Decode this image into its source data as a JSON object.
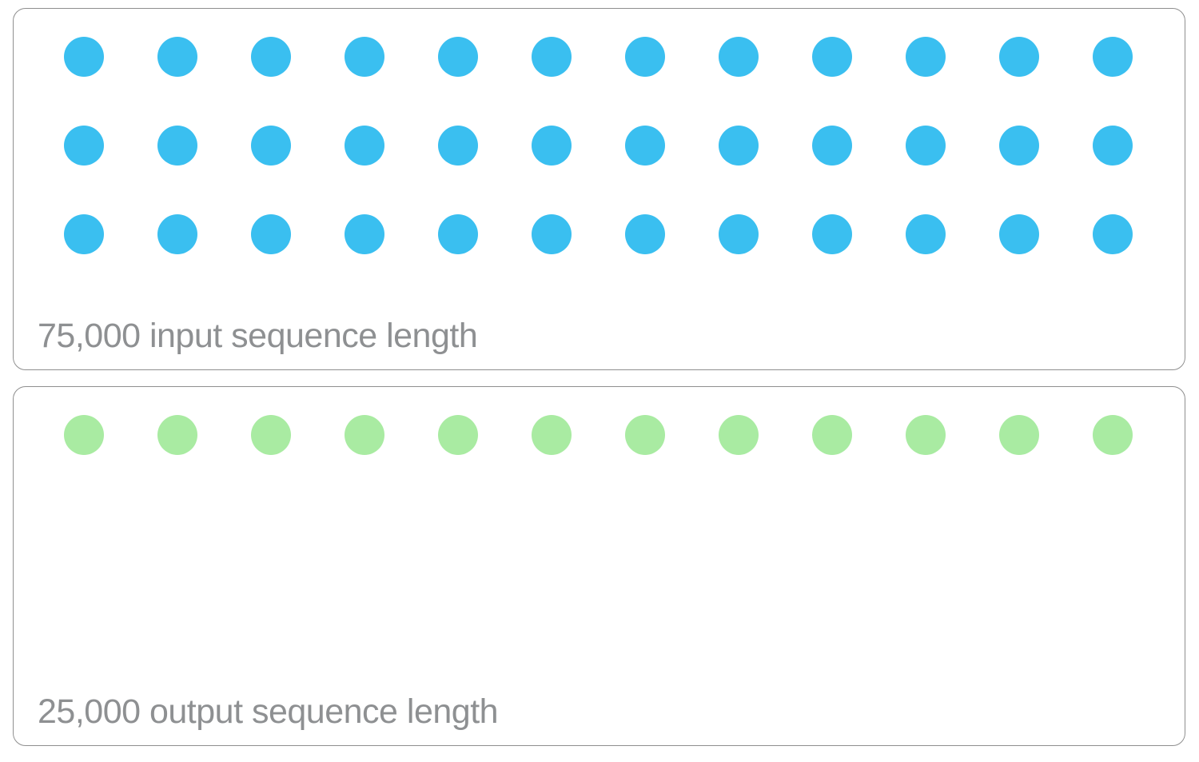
{
  "panels": [
    {
      "id": "input",
      "label": "75,000 input sequence length",
      "value": "75,000",
      "rows": 3,
      "cols": 12,
      "dot_count": 36,
      "dot_color": "#3ABFF0"
    },
    {
      "id": "output",
      "label": "25,000 output sequence length",
      "value": "25,000",
      "rows": 1,
      "cols": 12,
      "dot_count": 12,
      "dot_color": "#A9EBA2"
    }
  ],
  "colors": {
    "input_dot": "#3ABFF0",
    "output_dot": "#A9EBA2",
    "panel_border": "#8F8F8F",
    "label_text": "#8E9092",
    "background": "#FFFFFF"
  },
  "chart_data": [
    {
      "type": "pictograph",
      "title": "75,000 input sequence length",
      "value": 75000,
      "dot_count": 36,
      "rows": 3,
      "cols": 12,
      "dot_color": "#3ABFF0",
      "legend_position": "none",
      "grid": false
    },
    {
      "type": "pictograph",
      "title": "25,000 output sequence length",
      "value": 25000,
      "dot_count": 12,
      "rows": 1,
      "cols": 12,
      "dot_color": "#A9EBA2",
      "legend_position": "none",
      "grid": false
    }
  ]
}
